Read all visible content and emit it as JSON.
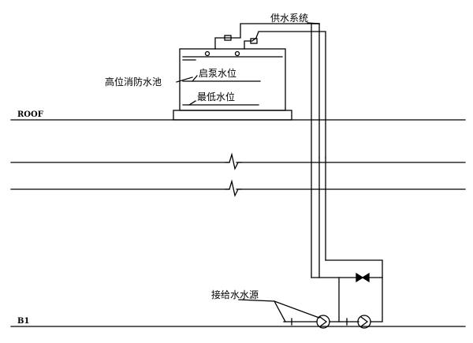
{
  "labels": {
    "supply_system": "供水系统",
    "tank_name": "高位消防水池",
    "pump_start_level": "启泵水位",
    "lowest_level": "最低水位",
    "water_source": "接给水水源"
  },
  "levels": {
    "roof": "ROOF",
    "basement": "B1"
  },
  "colors": {
    "line": "#000000",
    "background": "#ffffff"
  }
}
